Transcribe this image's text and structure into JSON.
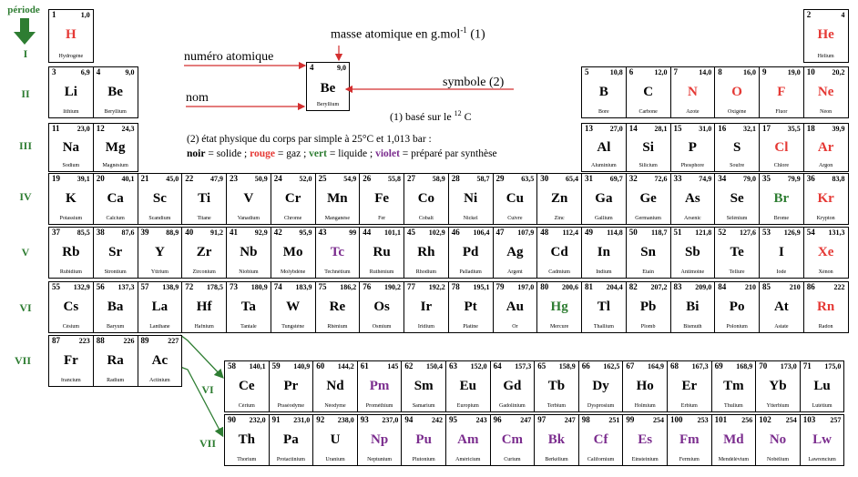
{
  "colors": {
    "red": "#e53935",
    "green": "#2e7d32",
    "violet": "#7b2d8e",
    "arrow": "#d32f2f"
  },
  "periode_label": "période",
  "period_labels": [
    "I",
    "II",
    "III",
    "IV",
    "V",
    "VI",
    "VII"
  ],
  "series_labels": [
    "VI",
    "VII"
  ],
  "legend": {
    "masse": "masse atomique en g.mol",
    "masse_sup": "-1",
    "masse_ref": " (1)",
    "numero": "numéro atomique",
    "symbole": "symbole (2)",
    "nom": "nom",
    "base_pre": "(1) basé sur le ",
    "base_sup": "12",
    "base_post": " C",
    "etat": "(2) état physique du corps par simple à 25°C et 1,013 bar :",
    "line2": [
      {
        "t": "noir",
        "c": "black",
        "b": true
      },
      {
        "t": " = solide ; ",
        "c": "black",
        "b": false
      },
      {
        "t": "rouge",
        "c": "red",
        "b": true
      },
      {
        "t": " = gaz ; ",
        "c": "black",
        "b": false
      },
      {
        "t": "vert",
        "c": "green",
        "b": true
      },
      {
        "t": " = liquide ; ",
        "c": "black",
        "b": false
      },
      {
        "t": "violet",
        "c": "violet",
        "b": true
      },
      {
        "t": " = préparé par synthèse",
        "c": "black",
        "b": false
      }
    ]
  },
  "sample": {
    "z": "4",
    "m": "9,0",
    "s": "Be",
    "n": "Beryllium"
  },
  "elements": [
    {
      "z": "1",
      "m": "1,0",
      "s": "H",
      "n": "Hydrogène",
      "c": "red",
      "col": 0,
      "row": 0
    },
    {
      "z": "2",
      "m": "4",
      "s": "He",
      "n": "Hélium",
      "c": "red",
      "col": 17,
      "row": 0
    },
    {
      "z": "3",
      "m": "6,9",
      "s": "Li",
      "n": "lithium",
      "c": "black",
      "col": 0,
      "row": 1
    },
    {
      "z": "4",
      "m": "9,0",
      "s": "Be",
      "n": "Beryllium",
      "c": "black",
      "col": 1,
      "row": 1
    },
    {
      "z": "5",
      "m": "10,8",
      "s": "B",
      "n": "Bore",
      "c": "black",
      "col": 12,
      "row": 1
    },
    {
      "z": "6",
      "m": "12,0",
      "s": "C",
      "n": "Carbone",
      "c": "black",
      "col": 13,
      "row": 1
    },
    {
      "z": "7",
      "m": "14,0",
      "s": "N",
      "n": "Azote",
      "c": "red",
      "col": 14,
      "row": 1
    },
    {
      "z": "8",
      "m": "16,0",
      "s": "O",
      "n": "Oxigène",
      "c": "red",
      "col": 15,
      "row": 1
    },
    {
      "z": "9",
      "m": "19,0",
      "s": "F",
      "n": "Fluor",
      "c": "red",
      "col": 16,
      "row": 1
    },
    {
      "z": "10",
      "m": "20,2",
      "s": "Ne",
      "n": "Néon",
      "c": "red",
      "col": 17,
      "row": 1
    },
    {
      "z": "11",
      "m": "23,0",
      "s": "Na",
      "n": "Sodium",
      "c": "black",
      "col": 0,
      "row": 2
    },
    {
      "z": "12",
      "m": "24,3",
      "s": "Mg",
      "n": "Magnésium",
      "c": "black",
      "col": 1,
      "row": 2
    },
    {
      "z": "13",
      "m": "27,0",
      "s": "Al",
      "n": "Aluminium",
      "c": "black",
      "col": 12,
      "row": 2
    },
    {
      "z": "14",
      "m": "28,1",
      "s": "Si",
      "n": "Silicium",
      "c": "black",
      "col": 13,
      "row": 2
    },
    {
      "z": "15",
      "m": "31,0",
      "s": "P",
      "n": "Phosphore",
      "c": "black",
      "col": 14,
      "row": 2
    },
    {
      "z": "16",
      "m": "32,1",
      "s": "S",
      "n": "Soufre",
      "c": "black",
      "col": 15,
      "row": 2
    },
    {
      "z": "17",
      "m": "35,5",
      "s": "Cl",
      "n": "Chlore",
      "c": "red",
      "col": 16,
      "row": 2
    },
    {
      "z": "18",
      "m": "39,9",
      "s": "Ar",
      "n": "Argon",
      "c": "red",
      "col": 17,
      "row": 2
    },
    {
      "z": "19",
      "m": "39,1",
      "s": "K",
      "n": "Potassium",
      "c": "black",
      "col": 0,
      "row": 3
    },
    {
      "z": "20",
      "m": "40,1",
      "s": "Ca",
      "n": "Calcium",
      "c": "black",
      "col": 1,
      "row": 3
    },
    {
      "z": "21",
      "m": "45,0",
      "s": "Sc",
      "n": "Scandium",
      "c": "black",
      "col": 2,
      "row": 3
    },
    {
      "z": "22",
      "m": "47,9",
      "s": "Ti",
      "n": "Titane",
      "c": "black",
      "col": 3,
      "row": 3
    },
    {
      "z": "23",
      "m": "50,9",
      "s": "V",
      "n": "Vanadium",
      "c": "black",
      "col": 4,
      "row": 3
    },
    {
      "z": "24",
      "m": "52,0",
      "s": "Cr",
      "n": "Chrome",
      "c": "black",
      "col": 5,
      "row": 3
    },
    {
      "z": "25",
      "m": "54,9",
      "s": "Mn",
      "n": "Manganèse",
      "c": "black",
      "col": 6,
      "row": 3
    },
    {
      "z": "26",
      "m": "55,8",
      "s": "Fe",
      "n": "Fer",
      "c": "black",
      "col": 7,
      "row": 3
    },
    {
      "z": "27",
      "m": "58,9",
      "s": "Co",
      "n": "Cobalt",
      "c": "black",
      "col": 8,
      "row": 3
    },
    {
      "z": "28",
      "m": "58,7",
      "s": "Ni",
      "n": "Nickel",
      "c": "black",
      "col": 9,
      "row": 3
    },
    {
      "z": "29",
      "m": "63,5",
      "s": "Cu",
      "n": "Cuivre",
      "c": "black",
      "col": 10,
      "row": 3
    },
    {
      "z": "30",
      "m": "65,4",
      "s": "Zn",
      "n": "Zinc",
      "c": "black",
      "col": 11,
      "row": 3
    },
    {
      "z": "31",
      "m": "69,7",
      "s": "Ga",
      "n": "Gallium",
      "c": "black",
      "col": 12,
      "row": 3
    },
    {
      "z": "32",
      "m": "72,6",
      "s": "Ge",
      "n": "Germanium",
      "c": "black",
      "col": 13,
      "row": 3
    },
    {
      "z": "33",
      "m": "74,9",
      "s": "As",
      "n": "Arsenic",
      "c": "black",
      "col": 14,
      "row": 3
    },
    {
      "z": "34",
      "m": "79,0",
      "s": "Se",
      "n": "Sélénium",
      "c": "black",
      "col": 15,
      "row": 3
    },
    {
      "z": "35",
      "m": "79,9",
      "s": "Br",
      "n": "Brome",
      "c": "green",
      "col": 16,
      "row": 3
    },
    {
      "z": "36",
      "m": "83,8",
      "s": "Kr",
      "n": "Krypton",
      "c": "red",
      "col": 17,
      "row": 3
    },
    {
      "z": "37",
      "m": "85,5",
      "s": "Rb",
      "n": "Rubidium",
      "c": "black",
      "col": 0,
      "row": 4
    },
    {
      "z": "38",
      "m": "87,6",
      "s": "Sr",
      "n": "Strontium",
      "c": "black",
      "col": 1,
      "row": 4
    },
    {
      "z": "39",
      "m": "88,9",
      "s": "Y",
      "n": "Yttrium",
      "c": "black",
      "col": 2,
      "row": 4
    },
    {
      "z": "40",
      "m": "91,2",
      "s": "Zr",
      "n": "Zirconium",
      "c": "black",
      "col": 3,
      "row": 4
    },
    {
      "z": "41",
      "m": "92,9",
      "s": "Nb",
      "n": "Niobium",
      "c": "black",
      "col": 4,
      "row": 4
    },
    {
      "z": "42",
      "m": "95,9",
      "s": "Mo",
      "n": "Molybdène",
      "c": "black",
      "col": 5,
      "row": 4
    },
    {
      "z": "43",
      "m": "99",
      "s": "Tc",
      "n": "Technétium",
      "c": "violet",
      "col": 6,
      "row": 4
    },
    {
      "z": "44",
      "m": "101,1",
      "s": "Ru",
      "n": "Ruthénium",
      "c": "black",
      "col": 7,
      "row": 4
    },
    {
      "z": "45",
      "m": "102,9",
      "s": "Rh",
      "n": "Rhodium",
      "c": "black",
      "col": 8,
      "row": 4
    },
    {
      "z": "46",
      "m": "106,4",
      "s": "Pd",
      "n": "Palladium",
      "c": "black",
      "col": 9,
      "row": 4
    },
    {
      "z": "47",
      "m": "107,9",
      "s": "Ag",
      "n": "Argent",
      "c": "black",
      "col": 10,
      "row": 4
    },
    {
      "z": "48",
      "m": "112,4",
      "s": "Cd",
      "n": "Cadmium",
      "c": "black",
      "col": 11,
      "row": 4
    },
    {
      "z": "49",
      "m": "114,8",
      "s": "In",
      "n": "Indium",
      "c": "black",
      "col": 12,
      "row": 4
    },
    {
      "z": "50",
      "m": "118,7",
      "s": "Sn",
      "n": "Etain",
      "c": "black",
      "col": 13,
      "row": 4
    },
    {
      "z": "51",
      "m": "121,8",
      "s": "Sb",
      "n": "Antimoine",
      "c": "black",
      "col": 14,
      "row": 4
    },
    {
      "z": "52",
      "m": "127,6",
      "s": "Te",
      "n": "Tellure",
      "c": "black",
      "col": 15,
      "row": 4
    },
    {
      "z": "53",
      "m": "126,9",
      "s": "I",
      "n": "Iode",
      "c": "black",
      "col": 16,
      "row": 4
    },
    {
      "z": "54",
      "m": "131,3",
      "s": "Xe",
      "n": "Xénon",
      "c": "red",
      "col": 17,
      "row": 4
    },
    {
      "z": "55",
      "m": "132,9",
      "s": "Cs",
      "n": "Césium",
      "c": "black",
      "col": 0,
      "row": 5
    },
    {
      "z": "56",
      "m": "137,3",
      "s": "Ba",
      "n": "Baryum",
      "c": "black",
      "col": 1,
      "row": 5
    },
    {
      "z": "57",
      "m": "138,9",
      "s": "La",
      "n": "Lanthane",
      "c": "black",
      "col": 2,
      "row": 5
    },
    {
      "z": "72",
      "m": "178,5",
      "s": "Hf",
      "n": "Hafnium",
      "c": "black",
      "col": 3,
      "row": 5
    },
    {
      "z": "73",
      "m": "180,9",
      "s": "Ta",
      "n": "Tantale",
      "c": "black",
      "col": 4,
      "row": 5
    },
    {
      "z": "74",
      "m": "183,9",
      "s": "W",
      "n": "Tungstène",
      "c": "black",
      "col": 5,
      "row": 5
    },
    {
      "z": "75",
      "m": "186,2",
      "s": "Re",
      "n": "Rhénium",
      "c": "black",
      "col": 6,
      "row": 5
    },
    {
      "z": "76",
      "m": "190,2",
      "s": "Os",
      "n": "Osmium",
      "c": "black",
      "col": 7,
      "row": 5
    },
    {
      "z": "77",
      "m": "192,2",
      "s": "Ir",
      "n": "Iridium",
      "c": "black",
      "col": 8,
      "row": 5
    },
    {
      "z": "78",
      "m": "195,1",
      "s": "Pt",
      "n": "Platine",
      "c": "black",
      "col": 9,
      "row": 5
    },
    {
      "z": "79",
      "m": "197,0",
      "s": "Au",
      "n": "Or",
      "c": "black",
      "col": 10,
      "row": 5
    },
    {
      "z": "80",
      "m": "200,6",
      "s": "Hg",
      "n": "Mercure",
      "c": "green",
      "col": 11,
      "row": 5
    },
    {
      "z": "81",
      "m": "204,4",
      "s": "Tl",
      "n": "Thallium",
      "c": "black",
      "col": 12,
      "row": 5
    },
    {
      "z": "82",
      "m": "207,2",
      "s": "Pb",
      "n": "Plomb",
      "c": "black",
      "col": 13,
      "row": 5
    },
    {
      "z": "83",
      "m": "209,0",
      "s": "Bi",
      "n": "Bismuth",
      "c": "black",
      "col": 14,
      "row": 5
    },
    {
      "z": "84",
      "m": "210",
      "s": "Po",
      "n": "Polonium",
      "c": "black",
      "col": 15,
      "row": 5
    },
    {
      "z": "85",
      "m": "210",
      "s": "At",
      "n": "Astate",
      "c": "black",
      "col": 16,
      "row": 5
    },
    {
      "z": "86",
      "m": "222",
      "s": "Rn",
      "n": "Radon",
      "c": "red",
      "col": 17,
      "row": 5
    },
    {
      "z": "87",
      "m": "223",
      "s": "Fr",
      "n": "francium",
      "c": "black",
      "col": 0,
      "row": 6
    },
    {
      "z": "88",
      "m": "226",
      "s": "Ra",
      "n": "Radium",
      "c": "black",
      "col": 1,
      "row": 6
    },
    {
      "z": "89",
      "m": "227",
      "s": "Ac",
      "n": "Actinium",
      "c": "black",
      "col": 2,
      "row": 6
    }
  ],
  "lanthanides": [
    {
      "z": "58",
      "m": "140,1",
      "s": "Ce",
      "n": "Cérium",
      "c": "black"
    },
    {
      "z": "59",
      "m": "140,9",
      "s": "Pr",
      "n": "Praséodyme",
      "c": "black"
    },
    {
      "z": "60",
      "m": "144,2",
      "s": "Nd",
      "n": "Néodyme",
      "c": "black"
    },
    {
      "z": "61",
      "m": "145",
      "s": "Pm",
      "n": "Prométhium",
      "c": "violet"
    },
    {
      "z": "62",
      "m": "150,4",
      "s": "Sm",
      "n": "Samarium",
      "c": "black"
    },
    {
      "z": "63",
      "m": "152,0",
      "s": "Eu",
      "n": "Europium",
      "c": "black"
    },
    {
      "z": "64",
      "m": "157,3",
      "s": "Gd",
      "n": "Gadolinium",
      "c": "black"
    },
    {
      "z": "65",
      "m": "158,9",
      "s": "Tb",
      "n": "Terbium",
      "c": "black"
    },
    {
      "z": "66",
      "m": "162,5",
      "s": "Dy",
      "n": "Dysprosium",
      "c": "black"
    },
    {
      "z": "67",
      "m": "164,9",
      "s": "Ho",
      "n": "Holmium",
      "c": "black"
    },
    {
      "z": "68",
      "m": "167,3",
      "s": "Er",
      "n": "Erbium",
      "c": "black"
    },
    {
      "z": "69",
      "m": "168,9",
      "s": "Tm",
      "n": "Thulium",
      "c": "black"
    },
    {
      "z": "70",
      "m": "173,0",
      "s": "Yb",
      "n": "Ytterbium",
      "c": "black"
    },
    {
      "z": "71",
      "m": "175,0",
      "s": "Lu",
      "n": "Lutétium",
      "c": "black"
    }
  ],
  "actinides": [
    {
      "z": "90",
      "m": "232,0",
      "s": "Th",
      "n": "Thorium",
      "c": "black"
    },
    {
      "z": "91",
      "m": "231,0",
      "s": "Pa",
      "n": "Protactinium",
      "c": "black"
    },
    {
      "z": "92",
      "m": "238,0",
      "s": "U",
      "n": "Uranium",
      "c": "black"
    },
    {
      "z": "93",
      "m": "237,0",
      "s": "Np",
      "n": "Neptunium",
      "c": "violet"
    },
    {
      "z": "94",
      "m": "242",
      "s": "Pu",
      "n": "Plutonium",
      "c": "violet"
    },
    {
      "z": "95",
      "m": "243",
      "s": "Am",
      "n": "Américium",
      "c": "violet"
    },
    {
      "z": "96",
      "m": "247",
      "s": "Cm",
      "n": "Curium",
      "c": "violet"
    },
    {
      "z": "97",
      "m": "247",
      "s": "Bk",
      "n": "Berkélium",
      "c": "violet"
    },
    {
      "z": "98",
      "m": "251",
      "s": "Cf",
      "n": "Californium",
      "c": "violet"
    },
    {
      "z": "99",
      "m": "254",
      "s": "Es",
      "n": "Einsteinium",
      "c": "violet"
    },
    {
      "z": "100",
      "m": "253",
      "s": "Fm",
      "n": "Fermium",
      "c": "violet"
    },
    {
      "z": "101",
      "m": "256",
      "s": "Md",
      "n": "Mendélévium",
      "c": "violet"
    },
    {
      "z": "102",
      "m": "254",
      "s": "No",
      "n": "Nobélium",
      "c": "violet"
    },
    {
      "z": "103",
      "m": "257",
      "s": "Lw",
      "n": "Lawrencium",
      "c": "violet"
    }
  ]
}
